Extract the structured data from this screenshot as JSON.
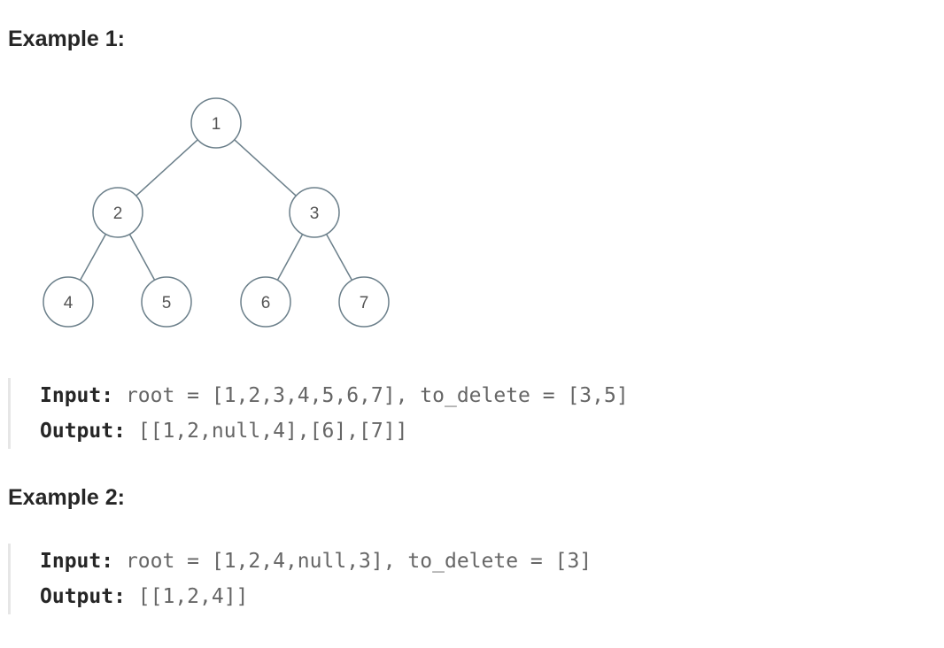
{
  "example1": {
    "title": "Example 1:",
    "input_label": "Input:",
    "input": " root = [1,2,3,4,5,6,7], to_delete = [3,5]",
    "output_label": "Output:",
    "output": " [[1,2,null,4],[6],[7]]"
  },
  "example2": {
    "title": "Example 2:",
    "input_label": "Input:",
    "input": " root = [1,2,4,null,3], to_delete = [3]",
    "output_label": "Output:",
    "output": " [[1,2,4]]"
  },
  "tree": {
    "nodes": [
      "1",
      "2",
      "3",
      "4",
      "5",
      "6",
      "7"
    ],
    "edges": [
      [
        0,
        1
      ],
      [
        0,
        2
      ],
      [
        1,
        3
      ],
      [
        1,
        4
      ],
      [
        2,
        5
      ],
      [
        2,
        6
      ]
    ],
    "stroke": "#6b7f8a"
  }
}
